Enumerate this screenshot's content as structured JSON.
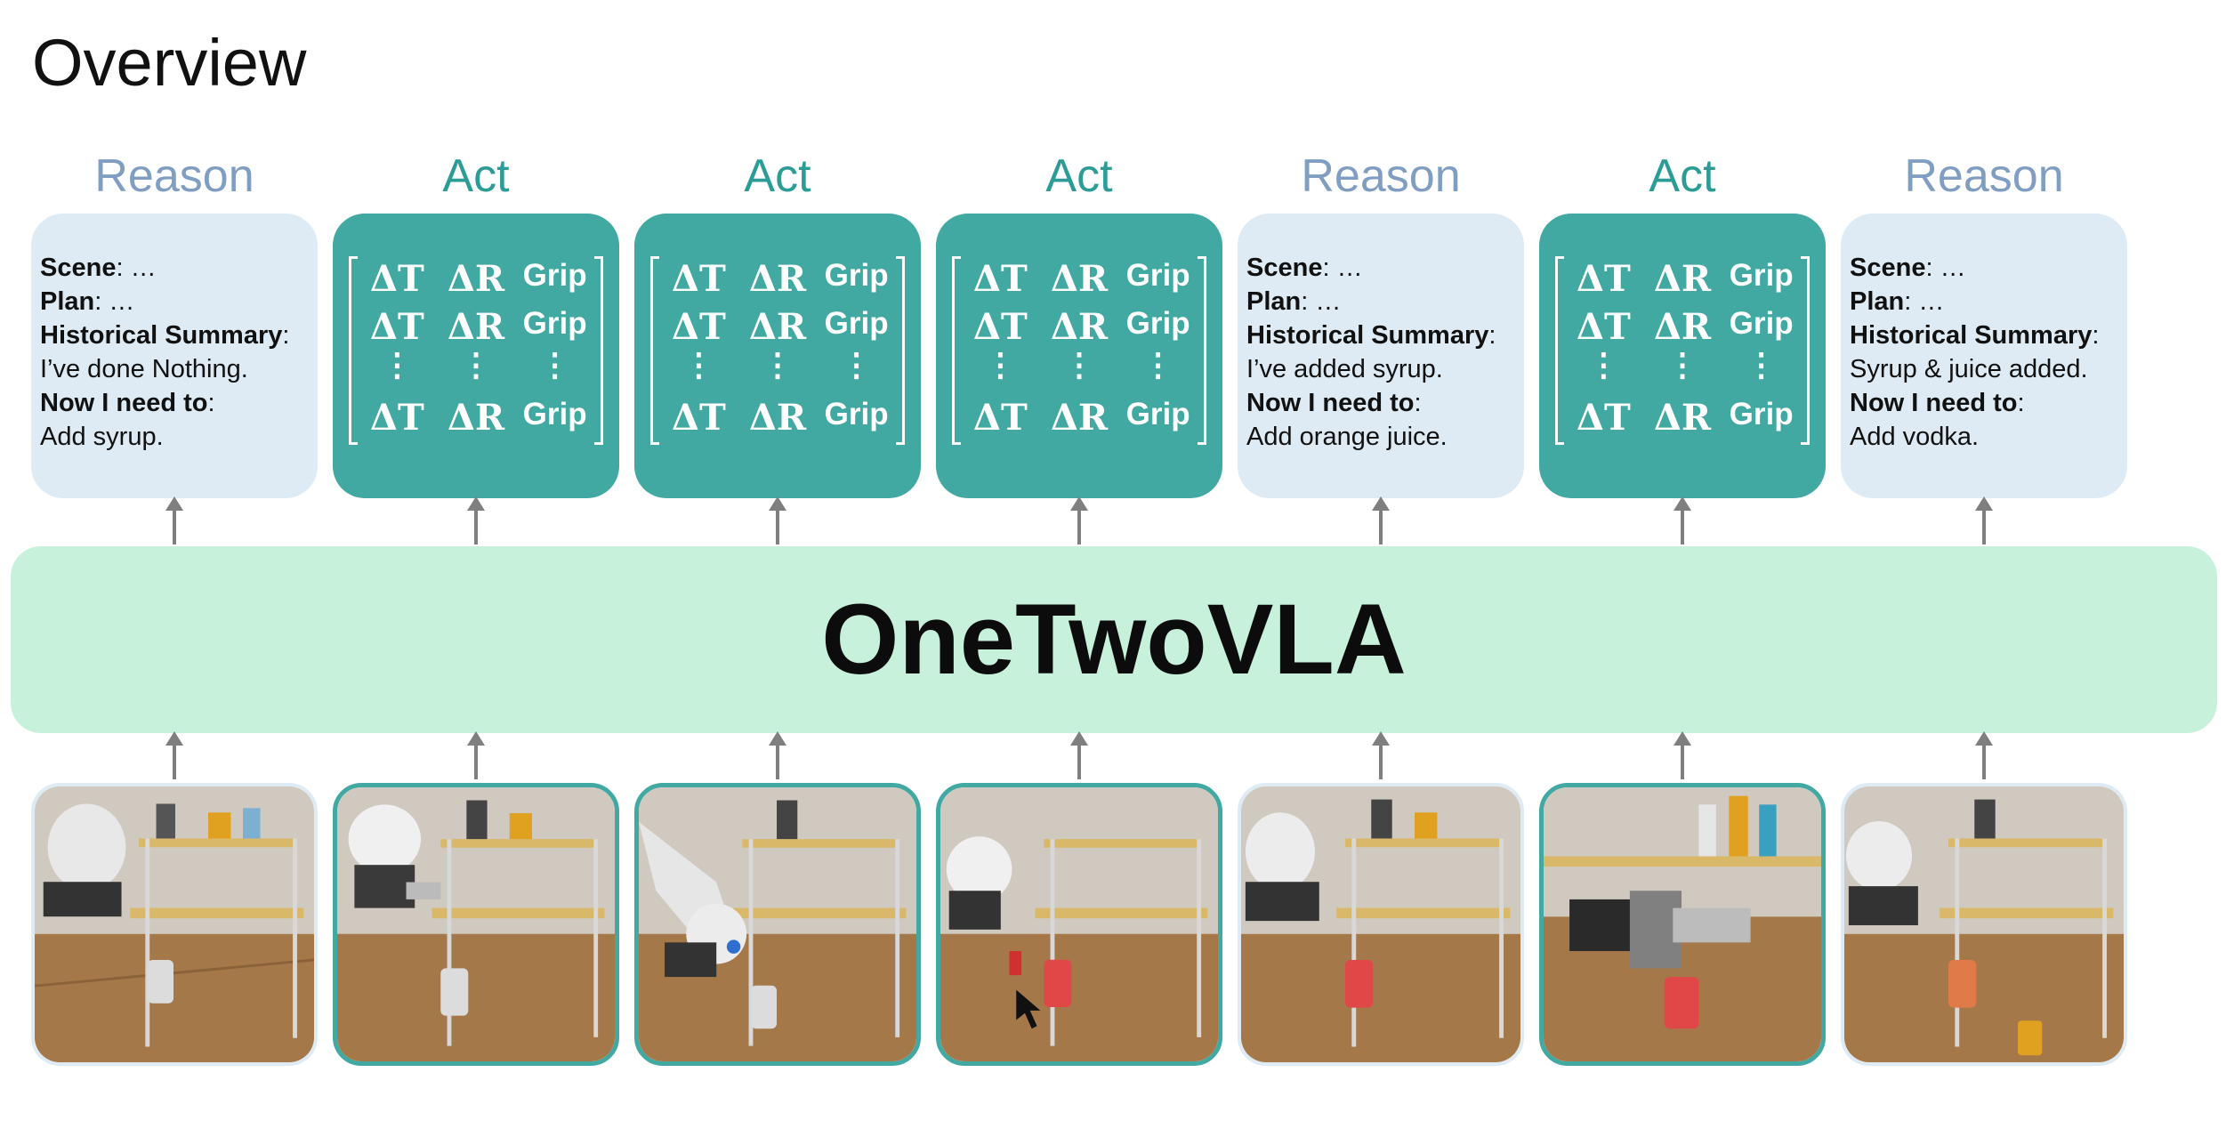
{
  "title": "Overview",
  "model_label": "OneTwoVLA",
  "matrix": {
    "dT": "ΔT",
    "dR": "ΔR",
    "grip": "Grip",
    "dots": "⋮"
  },
  "colors": {
    "reason_title": "#7f9ec2",
    "act_title": "#2b9c96",
    "reason_card": "#deebf4",
    "act_card": "#41a8a2",
    "model_bg": "#c8f1dc"
  },
  "steps": [
    {
      "kind": "Reason",
      "label": "Reason",
      "scene_k": "Scene",
      "scene_v": ": …",
      "plan_k": "Plan",
      "plan_v": ": …",
      "hist_k": "Historical Summary",
      "hist_v": "I’ve done Nothing.",
      "now_k": "Now I need to",
      "now_v": "Add syrup."
    },
    {
      "kind": "Act",
      "label": "Act"
    },
    {
      "kind": "Act",
      "label": "Act"
    },
    {
      "kind": "Act",
      "label": "Act"
    },
    {
      "kind": "Reason",
      "label": "Reason",
      "scene_k": "Scene",
      "scene_v": ": …",
      "plan_k": "Plan",
      "plan_v": ": …",
      "hist_k": "Historical Summary",
      "hist_v": "I’ve added syrup.",
      "now_k": "Now I need to",
      "now_v": "Add orange juice."
    },
    {
      "kind": "Act",
      "label": "Act"
    },
    {
      "kind": "Reason",
      "label": "Reason",
      "scene_k": "Scene",
      "scene_v": ": …",
      "plan_k": "Plan",
      "plan_v": ": …",
      "hist_k": "Historical Summary",
      "hist_v": "Syrup & juice added.",
      "now_k": "Now I need to",
      "now_v": "Add vodka."
    }
  ]
}
